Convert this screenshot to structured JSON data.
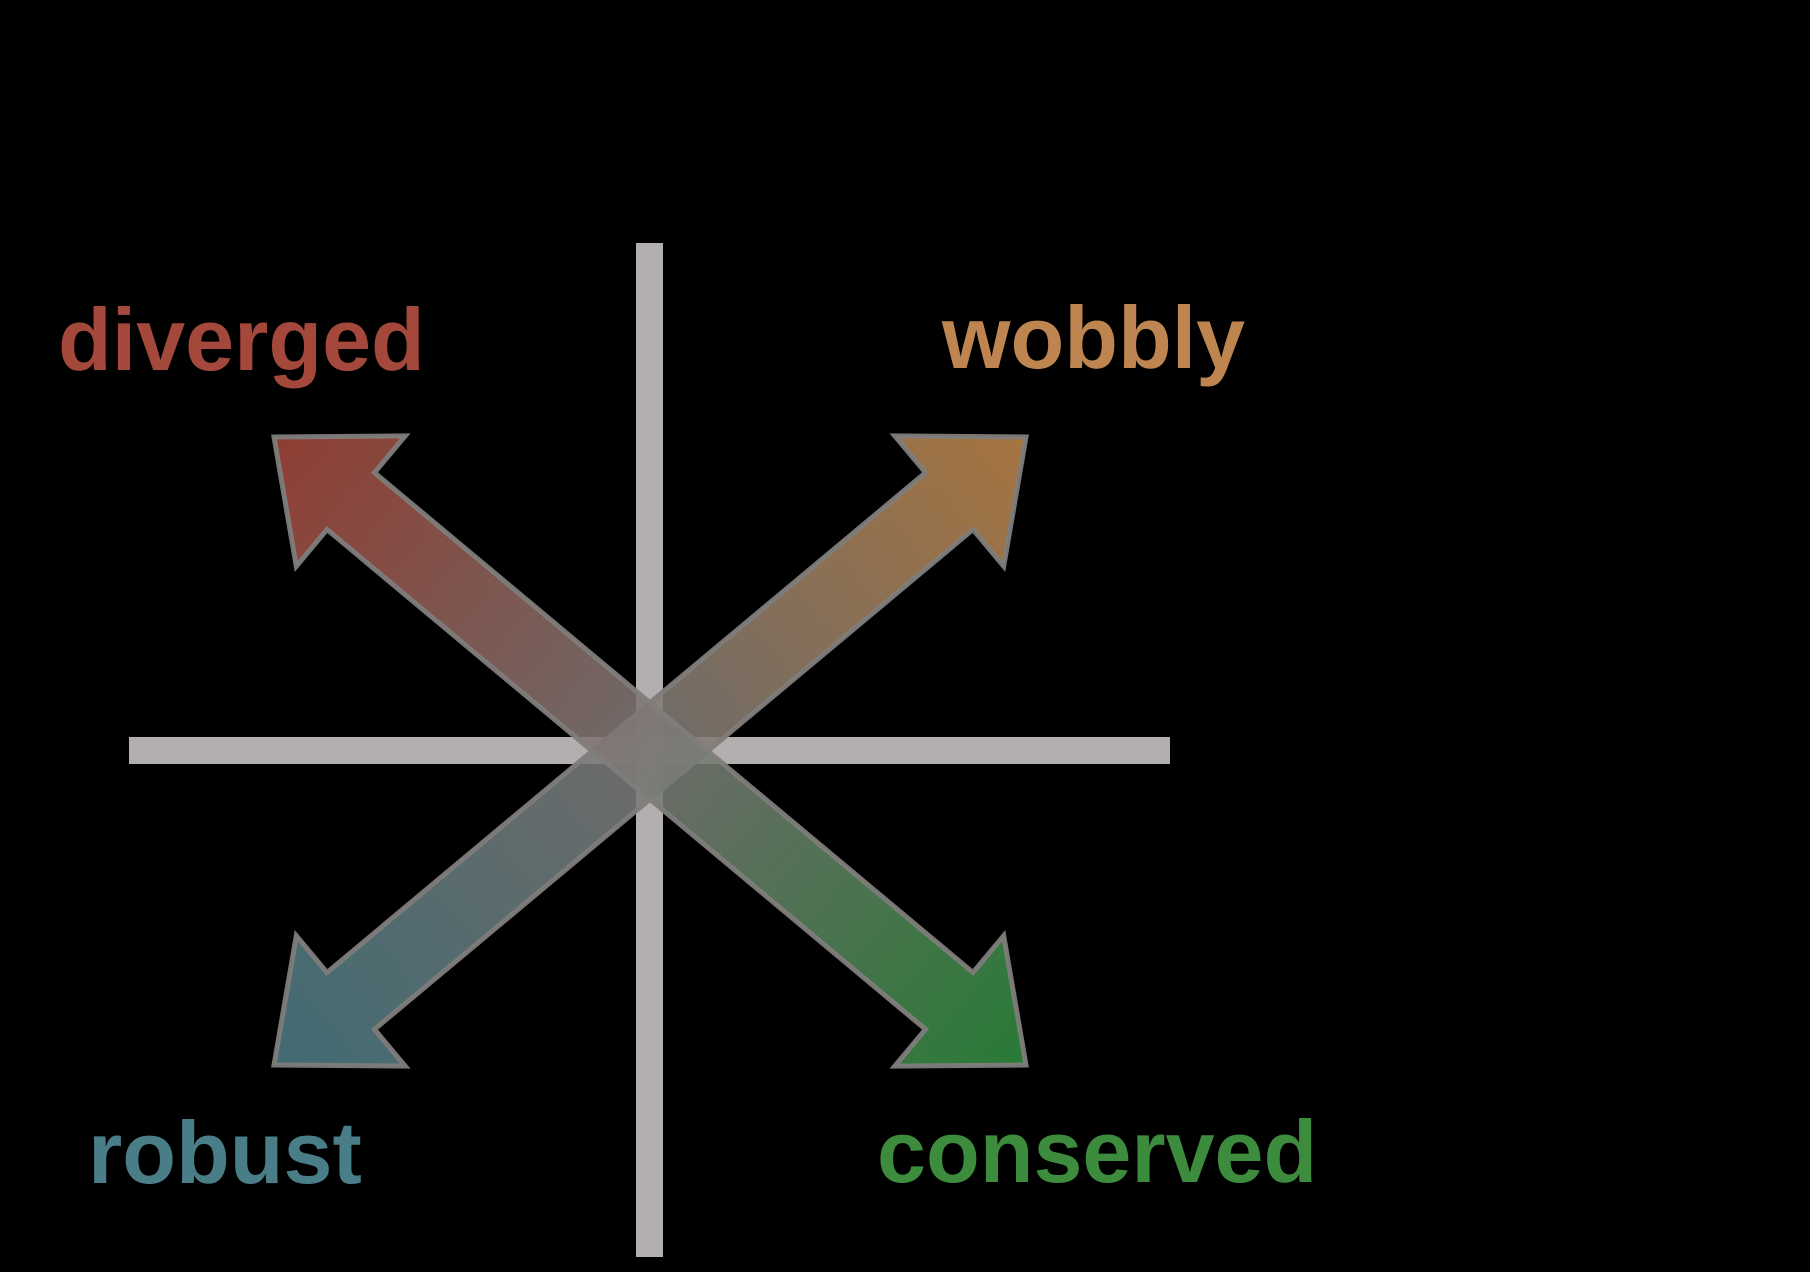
{
  "figure": {
    "background": "#000000",
    "axes_color": "#b3afae",
    "outline_color": "#807d7b",
    "center_blend_color": "#7d7a78"
  },
  "labels": {
    "top_left": {
      "text": "diverged",
      "color": "#a4483b"
    },
    "top_right": {
      "text": "wobbly",
      "color": "#bf8551"
    },
    "bottom_left": {
      "text": "robust",
      "color": "#497d87"
    },
    "bottom_right": {
      "text": "conserved",
      "color": "#3d8c3d"
    }
  },
  "arrows": {
    "diverged_conserved": {
      "start_label": "diverged",
      "end_label": "conserved",
      "start_color": "#a3463a",
      "end_color": "#2e8b3d"
    },
    "robust_wobbly": {
      "start_label": "robust",
      "end_label": "wobbly",
      "start_color": "#4b7a83",
      "end_color": "#bd8449"
    }
  }
}
